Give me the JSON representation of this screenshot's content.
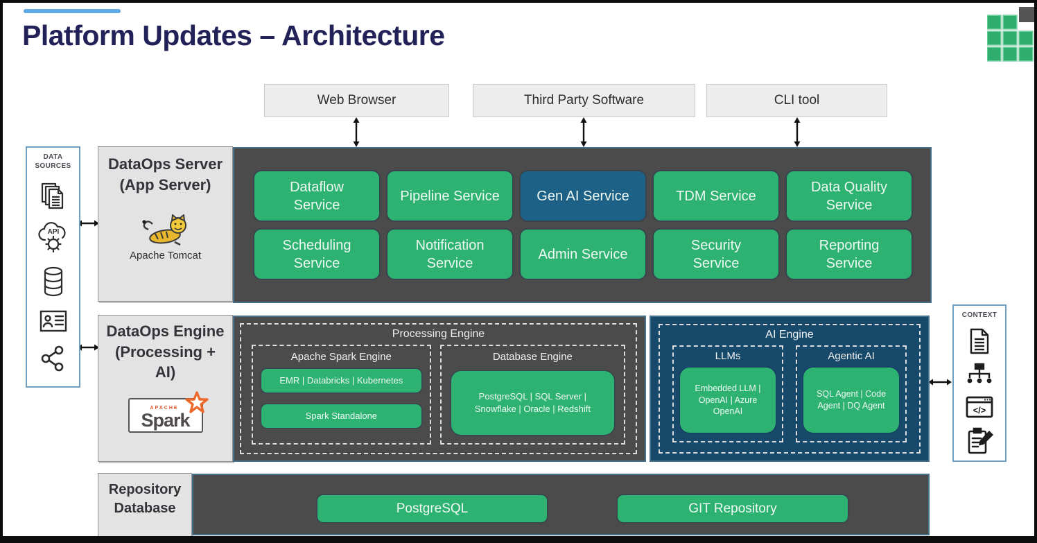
{
  "title": "Platform Updates – Architecture",
  "clients": [
    {
      "label": "Web Browser"
    },
    {
      "label": "Third Party Software"
    },
    {
      "label": "CLI tool"
    }
  ],
  "data_sources": {
    "label": "DATA SOURCES",
    "icons": [
      "documents-icon",
      "api-icon",
      "database-icon",
      "contact-card-icon",
      "share-icon"
    ]
  },
  "context": {
    "label": "CONTEXT",
    "icons": [
      "document-icon",
      "sitemap-icon",
      "code-window-icon",
      "clipboard-edit-icon"
    ]
  },
  "server_row": {
    "label": "DataOps Server (App Server)",
    "logo_caption": "Apache Tomcat",
    "services": [
      {
        "label": "Dataflow Service",
        "variant": "green"
      },
      {
        "label": "Pipeline Service",
        "variant": "green"
      },
      {
        "label": "Gen AI Service",
        "variant": "blue"
      },
      {
        "label": "TDM Service",
        "variant": "green"
      },
      {
        "label": "Data Quality Service",
        "variant": "green"
      },
      {
        "label": "Scheduling Service",
        "variant": "green"
      },
      {
        "label": "Notification Service",
        "variant": "green"
      },
      {
        "label": "Admin Service",
        "variant": "green"
      },
      {
        "label": "Security Service",
        "variant": "green"
      },
      {
        "label": "Reporting Service",
        "variant": "green"
      }
    ]
  },
  "engine_row": {
    "label": "DataOps Engine (Processing + AI)",
    "logo_top": "APACHE",
    "logo_word": "Spark",
    "processing": {
      "title": "Processing Engine",
      "spark_group": {
        "title": "Apache Spark Engine",
        "items": [
          "EMR | Databricks | Kubernetes",
          "Spark Standalone"
        ]
      },
      "db_group": {
        "title": "Database Engine",
        "items": [
          "PostgreSQL | SQL Server | Snowflake | Oracle | Redshift"
        ]
      }
    },
    "ai": {
      "title": "AI Engine",
      "llm_group": {
        "title": "LLMs",
        "items": [
          "Embedded LLM | OpenAI | Azure OpenAI"
        ]
      },
      "agent_group": {
        "title": "Agentic AI",
        "items": [
          "SQL Agent | Code Agent | DQ Agent"
        ]
      }
    }
  },
  "repo_row": {
    "label": "Repository Database",
    "items": [
      "PostgreSQL",
      "GIT Repository"
    ]
  },
  "colors": {
    "accent_line": "#62aae3",
    "title_navy": "#232258",
    "service_green": "#2db271",
    "gen_ai_blue": "#1d6286",
    "ai_panel_blue": "#17496b",
    "panel_gray": "#4b4b4b"
  }
}
